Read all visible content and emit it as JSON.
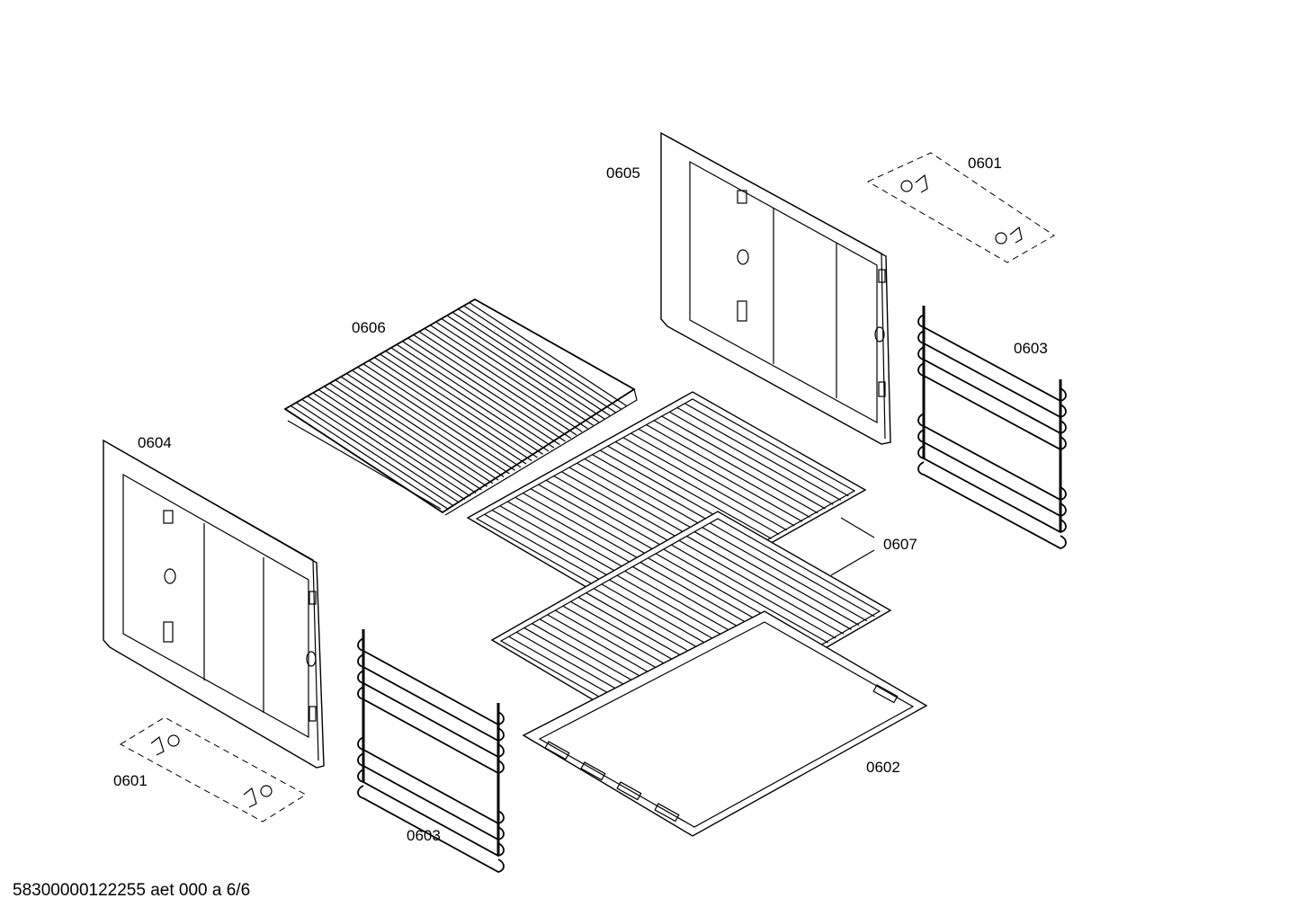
{
  "part_labels": {
    "p0601_top": "0601",
    "p0601_bottom": "0601",
    "p0602": "0602",
    "p0603_right": "0603",
    "p0603_bottom": "0603",
    "p0604": "0604",
    "p0605": "0605",
    "p0606": "0606",
    "p0607": "0607"
  },
  "footer": {
    "doc_id": "58300000122255 aet 000 a 6/6"
  },
  "colors": {
    "line": "#000000",
    "background": "#ffffff"
  }
}
